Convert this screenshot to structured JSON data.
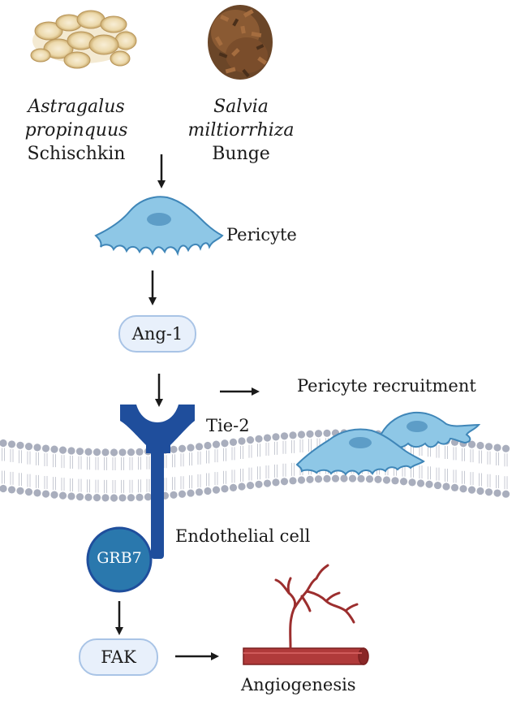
{
  "herbs": [
    {
      "genus": "Astragalus",
      "species": "propinquus",
      "author": "Schischkin"
    },
    {
      "genus": "Salvia",
      "species": "miltiorrhiza",
      "author": "Bunge"
    }
  ],
  "labels": {
    "pericyte": "Pericyte",
    "ang1": "Ang-1",
    "pericyte_recruitment": "Pericyte recruitment",
    "tie2": "Tie-2",
    "endothelial_cell": "Endothelial cell",
    "grb7": "GRB7",
    "fak": "FAK",
    "angiogenesis": "Angiogenesis"
  },
  "colors": {
    "cell_fill": "#8ec7e6",
    "cell_stroke": "#3f86b8",
    "nucleus": "#5d9dc7",
    "receptor": "#1f4e9c",
    "grb7": "#2a78ad",
    "pill_fill": "#e8f0fb",
    "pill_border": "#a9c4e6",
    "membrane_head": "#a9aebd",
    "vessel": "#b03a3a"
  }
}
